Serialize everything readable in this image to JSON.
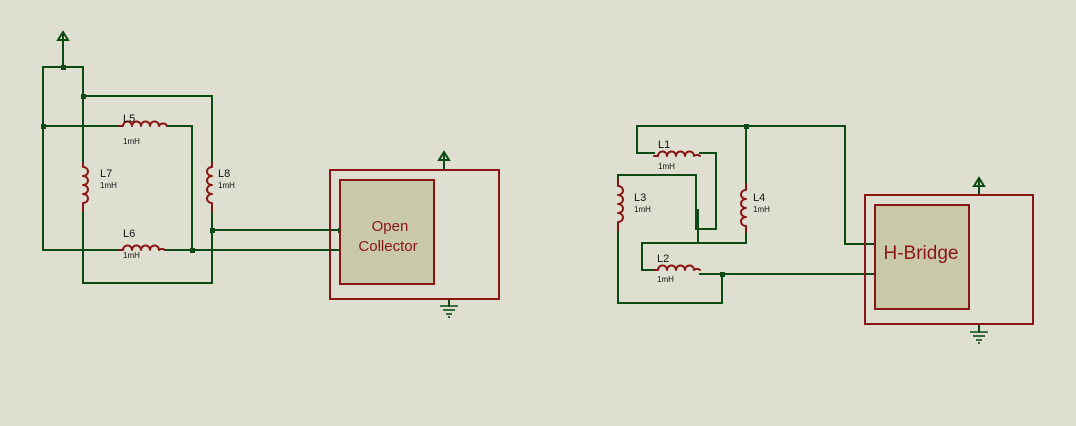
{
  "colors": {
    "background": "#dfdfd1",
    "wire": "#0b4a12",
    "component": "#8b1414",
    "block_fill": "#c9c9aa"
  },
  "left_circuit": {
    "inductors": {
      "L5": {
        "label": "L5",
        "value": "1mH"
      },
      "L6": {
        "label": "L6",
        "value": "1mH"
      },
      "L7": {
        "label": "L7",
        "value": "1mH"
      },
      "L8": {
        "label": "L8",
        "value": "1mH"
      }
    },
    "block": {
      "line1": "Open",
      "line2": "Collector"
    }
  },
  "right_circuit": {
    "inductors": {
      "L1": {
        "label": "L1",
        "value": "1mH"
      },
      "L2": {
        "label": "L2",
        "value": "1mH"
      },
      "L3": {
        "label": "L3",
        "value": "1mH"
      },
      "L4": {
        "label": "L4",
        "value": "1mH"
      }
    },
    "block": {
      "label": "H-Bridge"
    }
  },
  "symbols": [
    "power-terminal-icon",
    "ground-icon",
    "inductor-icon"
  ]
}
